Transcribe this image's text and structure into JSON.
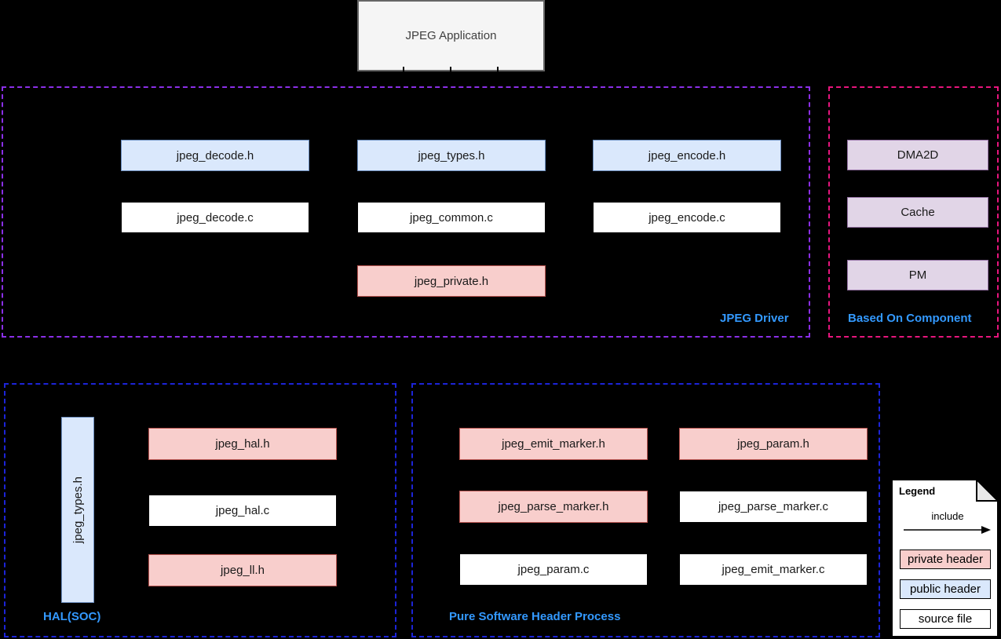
{
  "app": {
    "label": "JPEG Application"
  },
  "regions": {
    "driver": {
      "label": "JPEG Driver"
    },
    "based": {
      "label": "Based On Component"
    },
    "hal": {
      "label": "HAL(SOC)"
    },
    "pure": {
      "label": "Pure Software Header Process"
    }
  },
  "driver_nodes": {
    "decode_h": "jpeg_decode.h",
    "types_h": "jpeg_types.h",
    "encode_h": "jpeg_encode.h",
    "decode_c": "jpeg_decode.c",
    "common_c": "jpeg_common.c",
    "encode_c": "jpeg_encode.c",
    "private_h": "jpeg_private.h"
  },
  "based_nodes": {
    "dma2d": "DMA2D",
    "cache": "Cache",
    "pm": "PM"
  },
  "hal_nodes": {
    "types_h_vertical": "jpeg_types.h",
    "hal_h": "jpeg_hal.h",
    "hal_c": "jpeg_hal.c",
    "ll_h": "jpeg_ll.h"
  },
  "pure_nodes": {
    "emit_marker_h": "jpeg_emit_marker.h",
    "param_h": "jpeg_param.h",
    "parse_marker_h": "jpeg_parse_marker.h",
    "parse_marker_c": "jpeg_parse_marker.c",
    "param_c": "jpeg_param.c",
    "emit_marker_c": "jpeg_emit_marker.c"
  },
  "legend": {
    "title": "Legend",
    "include_label": "include",
    "items": [
      {
        "label": "private header",
        "type": "private"
      },
      {
        "label": "public header",
        "type": "public"
      },
      {
        "label": "source file",
        "type": "source"
      }
    ]
  },
  "colors": {
    "background": "#000000",
    "app_fill": "#f5f5f5",
    "app_border": "#666666",
    "public_header_fill": "#dae8fc",
    "public_header_border": "#6c8ebf",
    "private_header_fill": "#f8cecc",
    "private_header_border": "#b85450",
    "source_file_fill": "#ffffff",
    "source_file_border": "#000000",
    "component_fill": "#e1d5e7",
    "component_border": "#9673a6",
    "driver_region_border": "#8b2fe8",
    "based_region_border": "#e8157d",
    "bottom_region_border": "#1c24d8",
    "region_label_text": "#3399ff"
  }
}
